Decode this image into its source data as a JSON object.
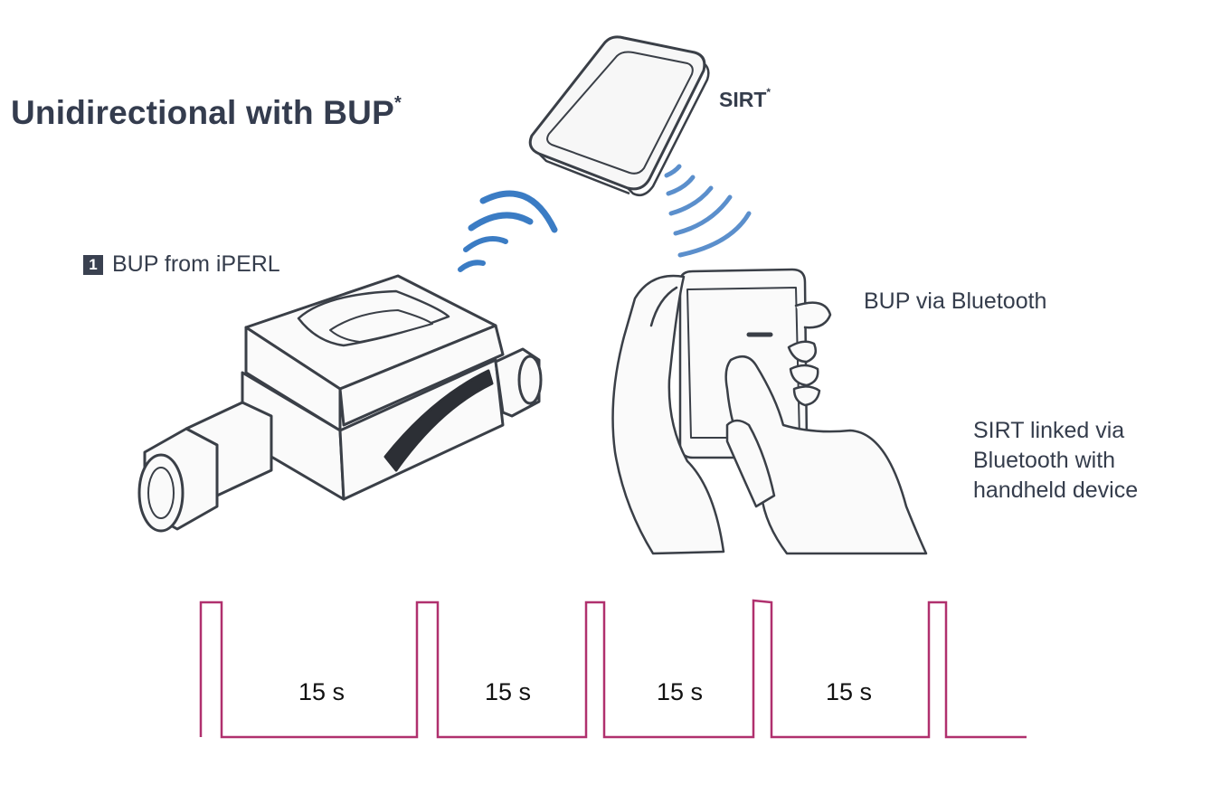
{
  "title": {
    "text": "Unidirectional with BUP",
    "asterisk": "*"
  },
  "sirt": {
    "label": "SIRT",
    "asterisk": "*"
  },
  "step": {
    "number": "1",
    "label": "BUP from iPERL"
  },
  "bluetooth": {
    "label": "BUP via Bluetooth"
  },
  "linked": {
    "line1": "SIRT linked via",
    "line2": "Bluetooth with",
    "line3": "handheld device"
  },
  "timing": {
    "pulse_color": "#b0306e",
    "intervals": [
      {
        "label": "15 s"
      },
      {
        "label": "15 s"
      },
      {
        "label": "15 s"
      },
      {
        "label": "15 s"
      }
    ]
  },
  "colors": {
    "wave_blue": "#3b7cc4",
    "line_art": "#3a3f47",
    "text": "#343c4e"
  },
  "icons": [
    "wireless-signal-icon",
    "meter-icon",
    "sirt-device-icon",
    "handheld-device-icon"
  ]
}
